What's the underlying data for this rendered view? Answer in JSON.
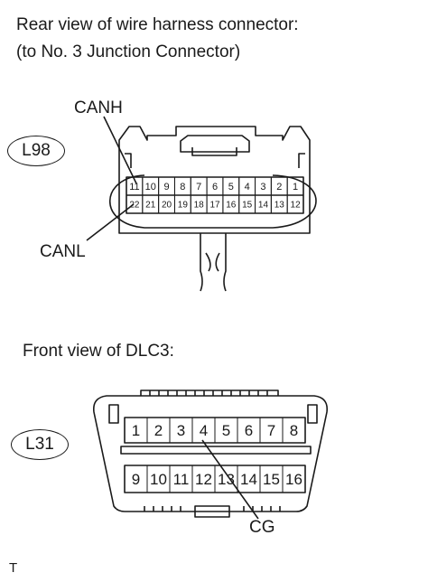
{
  "title1": {
    "line1": "Rear view of wire harness connector:",
    "line2": "(to No. 3 Junction Connector)"
  },
  "connector1": {
    "id": "L98",
    "label_top": "CANH",
    "label_bottom": "CANL",
    "row1": [
      "11",
      "10",
      "9",
      "8",
      "7",
      "6",
      "5",
      "4",
      "3",
      "2",
      "1"
    ],
    "row2": [
      "22",
      "21",
      "20",
      "19",
      "18",
      "17",
      "16",
      "15",
      "14",
      "13",
      "12"
    ]
  },
  "title2": {
    "line1": "Front view of DLC3:"
  },
  "connector2": {
    "id": "L31",
    "label": "CG",
    "row1": [
      "1",
      "2",
      "3",
      "4",
      "5",
      "6",
      "7",
      "8"
    ],
    "row2": [
      "9",
      "10",
      "11",
      "12",
      "13",
      "14",
      "15",
      "16"
    ]
  },
  "footer": {
    "mark": "T"
  }
}
